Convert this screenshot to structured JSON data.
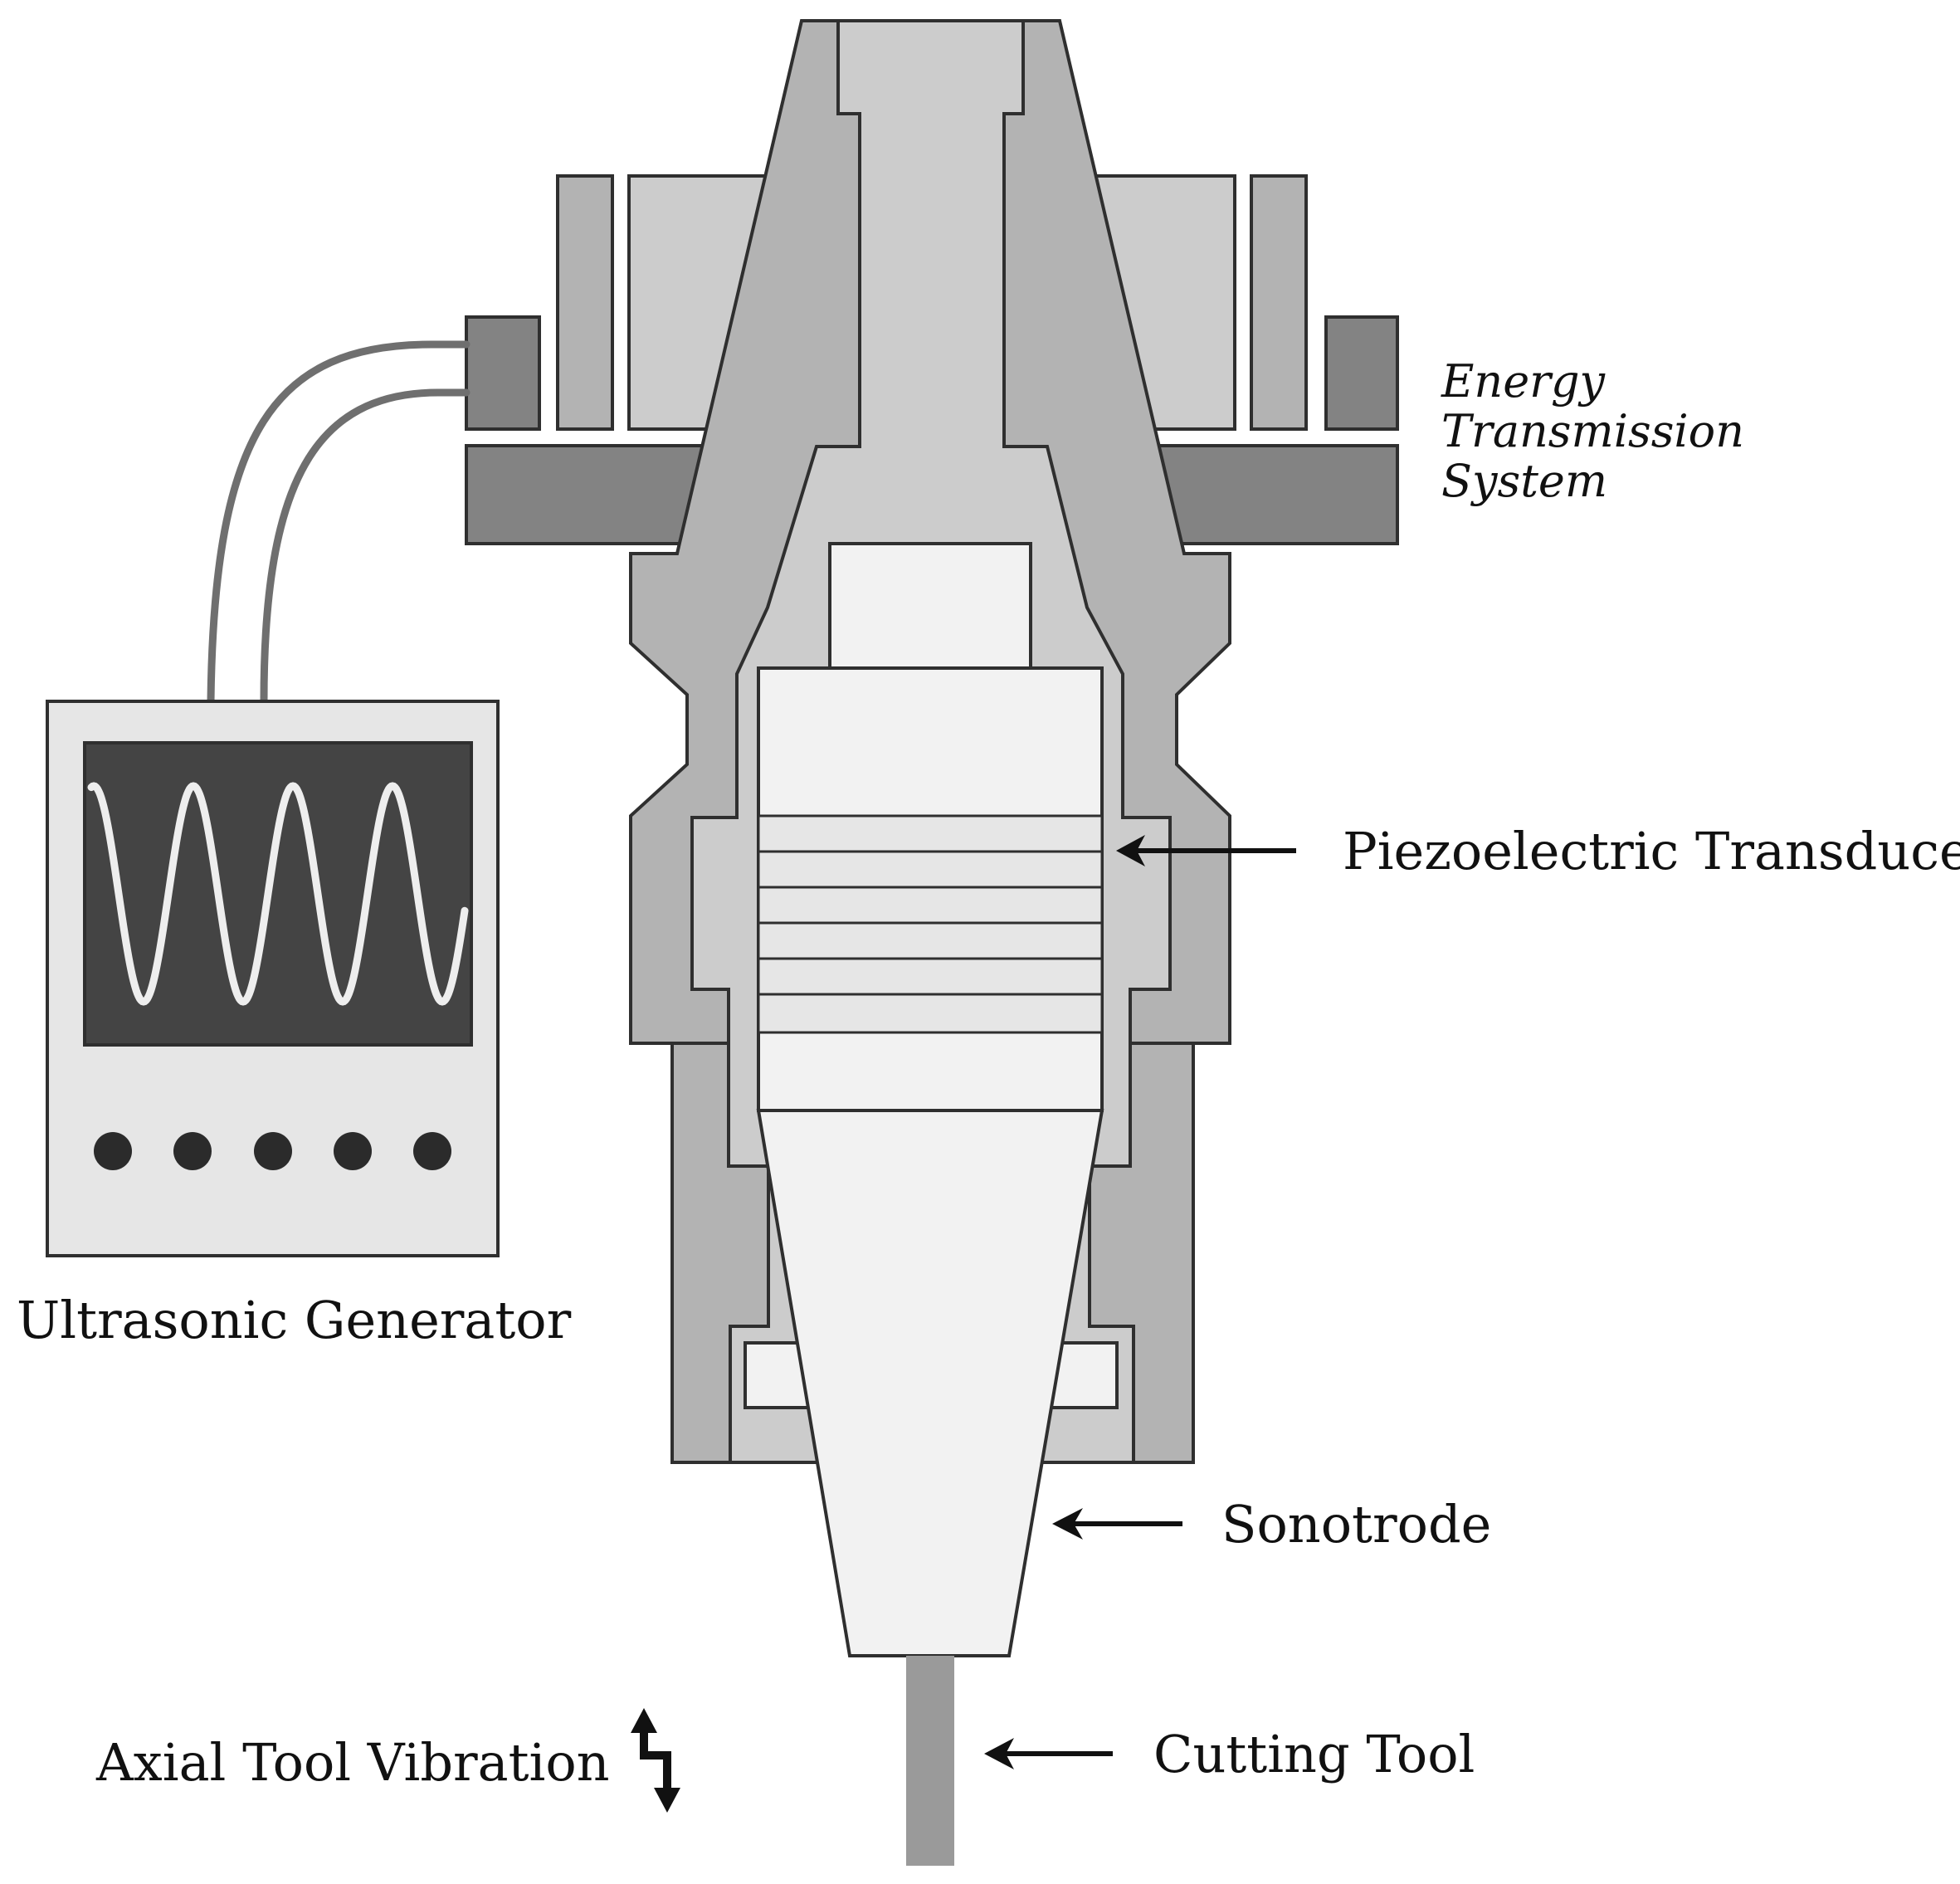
{
  "labels": {
    "energy_transmission": [
      "Energy",
      "Transmission",
      "System"
    ],
    "piezo": "Piezoelectric Transducer",
    "generator": "Ultrasonic Generator",
    "sonotrode": "Sonotrode",
    "cutting_tool": "Cutting Tool",
    "vibration": "Axial Tool Vibration"
  },
  "colors": {
    "outline": "#2f2f2f",
    "dark": "#838383",
    "mid": "#b3b3b3",
    "light": "#cccccc",
    "lighter": "#e6e6e6",
    "white": "#f2f2f2",
    "screen": "#444444",
    "knob": "#2b2b2b",
    "tool": "#9a9a9a"
  },
  "icons": {
    "vibration": "up-down-zigzag-arrow-icon",
    "pointer": "left-arrow-icon"
  }
}
